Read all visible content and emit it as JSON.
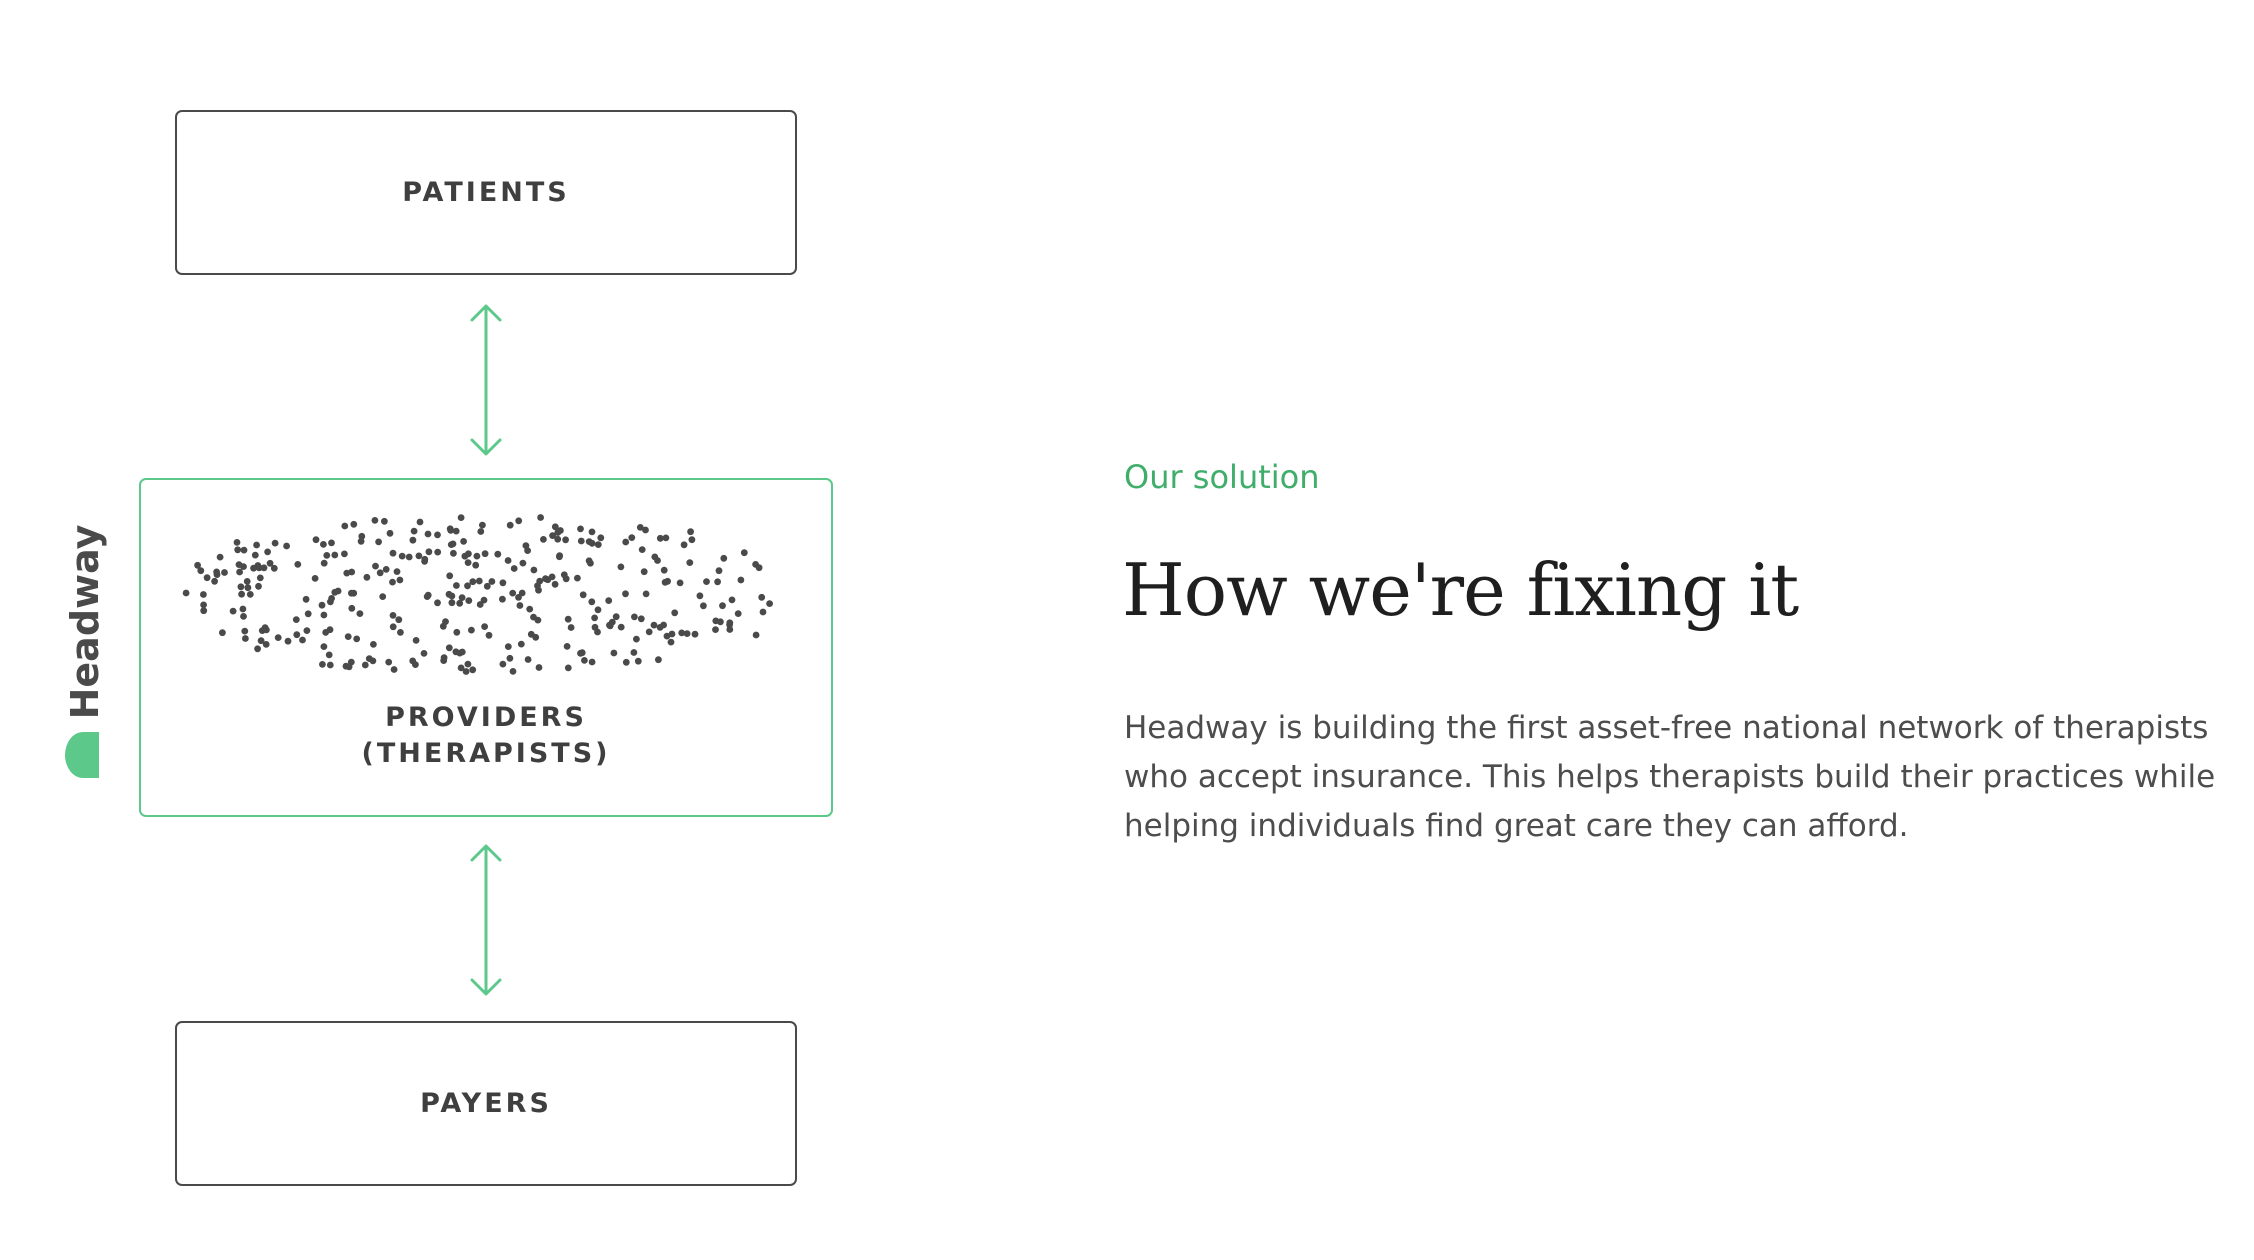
{
  "diagram": {
    "patients_label": "PATIENTS",
    "providers_label_line1": "PROVIDERS",
    "providers_label_line2": "(THERAPISTS)",
    "payers_label": "PAYERS"
  },
  "logo": {
    "wordmark": "Headway"
  },
  "content": {
    "eyebrow": "Our solution",
    "headline": "How we're fixing it",
    "body": "Headway is building the first asset-free national network of therapists who accept insurance. This helps therapists build their practices while helping individuals find great care they can afford."
  },
  "colors": {
    "accent_green": "#5cc88a",
    "eyebrow_green": "#3fae6a",
    "box_border": "#4a4a4a",
    "dot": "#4a4a4a"
  }
}
